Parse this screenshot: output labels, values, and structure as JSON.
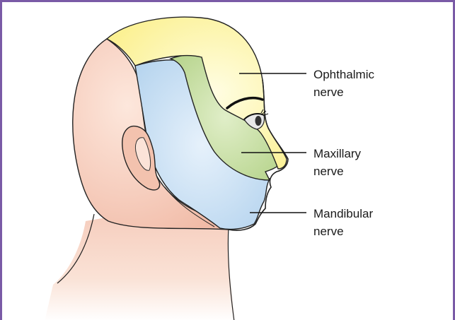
{
  "labels": {
    "ophthalmic": {
      "line1": "Ophthalmic",
      "line2": "nerve"
    },
    "maxillary": {
      "line1": "Maxillary",
      "line2": "nerve"
    },
    "mandibular": {
      "line1": "Mandibular",
      "line2": "nerve"
    }
  },
  "colors": {
    "frame": "#7a5aa6",
    "ophthalmic_region": "#fdf3a0",
    "maxillary_region": "#c3dc9c",
    "mandibular_region": "#c6dff2",
    "skin": "#f6cdbd"
  }
}
